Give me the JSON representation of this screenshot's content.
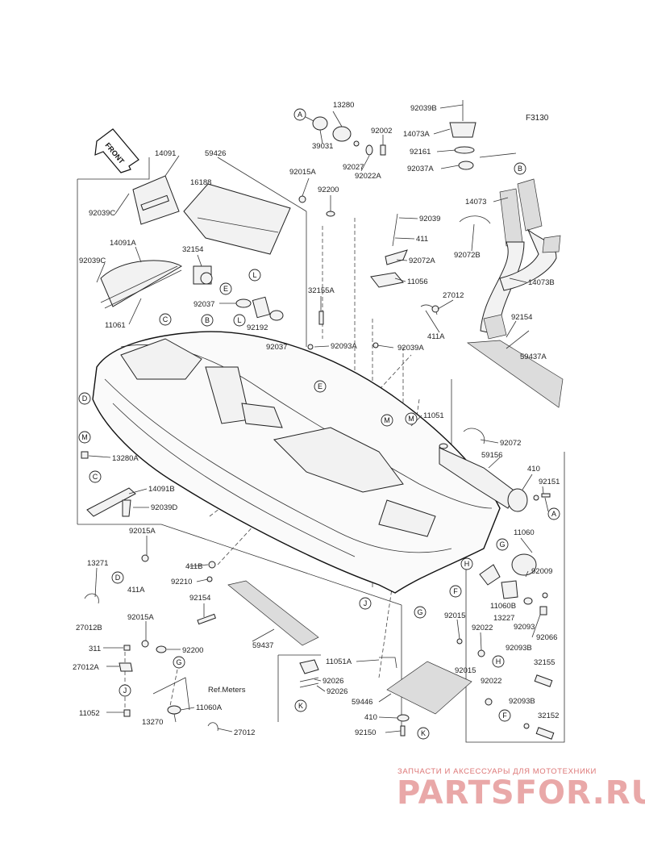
{
  "figure_code": "F3130",
  "front_label": "FRONT",
  "parts": [
    {
      "id": "p14091",
      "text": "14091"
    },
    {
      "id": "p59426",
      "text": "59426"
    },
    {
      "id": "p16188",
      "text": "16188"
    },
    {
      "id": "p92039C_a",
      "text": "92039C"
    },
    {
      "id": "p14091A",
      "text": "14091A"
    },
    {
      "id": "p92039C_b",
      "text": "92039C"
    },
    {
      "id": "p11061",
      "text": "11061"
    },
    {
      "id": "p32154",
      "text": "32154"
    },
    {
      "id": "p92037_a",
      "text": "92037"
    },
    {
      "id": "p92192",
      "text": "92192"
    },
    {
      "id": "p92037_b",
      "text": "92037"
    },
    {
      "id": "p13280",
      "text": "13280"
    },
    {
      "id": "p39031",
      "text": "39031"
    },
    {
      "id": "p92027",
      "text": "92027"
    },
    {
      "id": "p92022A",
      "text": "92022A"
    },
    {
      "id": "p92002",
      "text": "92002"
    },
    {
      "id": "p92015A_a",
      "text": "92015A"
    },
    {
      "id": "p92200_a",
      "text": "92200"
    },
    {
      "id": "p32155A",
      "text": "32155A"
    },
    {
      "id": "p92093A",
      "text": "92093A"
    },
    {
      "id": "p92039B",
      "text": "92039B"
    },
    {
      "id": "p14073A",
      "text": "14073A"
    },
    {
      "id": "p92161",
      "text": "92161"
    },
    {
      "id": "p92037A",
      "text": "92037A"
    },
    {
      "id": "p14073",
      "text": "14073"
    },
    {
      "id": "p92072B",
      "text": "92072B"
    },
    {
      "id": "p14073B",
      "text": "14073B"
    },
    {
      "id": "p92039",
      "text": "92039"
    },
    {
      "id": "p411",
      "text": "411"
    },
    {
      "id": "p92072A",
      "text": "92072A"
    },
    {
      "id": "p11056",
      "text": "11056"
    },
    {
      "id": "p27012_a",
      "text": "27012"
    },
    {
      "id": "p411A_a",
      "text": "411A"
    },
    {
      "id": "p92154_a",
      "text": "92154"
    },
    {
      "id": "p59437A",
      "text": "59437A"
    },
    {
      "id": "p92039A",
      "text": "92039A"
    },
    {
      "id": "p11051",
      "text": "11051"
    },
    {
      "id": "p92072",
      "text": "92072"
    },
    {
      "id": "p59156",
      "text": "59156"
    },
    {
      "id": "p410_a",
      "text": "410"
    },
    {
      "id": "p92151",
      "text": "92151"
    },
    {
      "id": "p11060",
      "text": "11060"
    },
    {
      "id": "p13280A",
      "text": "13280A"
    },
    {
      "id": "p14091B",
      "text": "14091B"
    },
    {
      "id": "p92039D",
      "text": "92039D"
    },
    {
      "id": "p92015A_b",
      "text": "92015A"
    },
    {
      "id": "p13271",
      "text": "13271"
    },
    {
      "id": "p411A_b",
      "text": "411A"
    },
    {
      "id": "p27012B",
      "text": "27012B"
    },
    {
      "id": "p411B",
      "text": "411B"
    },
    {
      "id": "p92210",
      "text": "92210"
    },
    {
      "id": "p92154_b",
      "text": "92154"
    },
    {
      "id": "p59437",
      "text": "59437"
    },
    {
      "id": "p92009",
      "text": "92009"
    },
    {
      "id": "p11060B",
      "text": "11060B"
    },
    {
      "id": "p13227",
      "text": "13227"
    },
    {
      "id": "p92093",
      "text": "92093"
    },
    {
      "id": "p92066",
      "text": "92066"
    },
    {
      "id": "p92015_a",
      "text": "92015"
    },
    {
      "id": "p92022_a",
      "text": "92022"
    },
    {
      "id": "p92093B_a",
      "text": "92093B"
    },
    {
      "id": "p32155",
      "text": "32155"
    },
    {
      "id": "p92015_b",
      "text": "92015"
    },
    {
      "id": "p92022_b",
      "text": "92022"
    },
    {
      "id": "p92093B_b",
      "text": "92093B"
    },
    {
      "id": "p32152",
      "text": "32152"
    },
    {
      "id": "p92015A_c",
      "text": "92015A"
    },
    {
      "id": "p92200_b",
      "text": "92200"
    },
    {
      "id": "p311",
      "text": "311"
    },
    {
      "id": "p27012A",
      "text": "27012A"
    },
    {
      "id": "p11052",
      "text": "11052"
    },
    {
      "id": "p13270",
      "text": "13270"
    },
    {
      "id": "p11060A",
      "text": "11060A"
    },
    {
      "id": "p27012_b",
      "text": "27012"
    },
    {
      "id": "p11051A",
      "text": "11051A"
    },
    {
      "id": "p92026_a",
      "text": "92026"
    },
    {
      "id": "p92026_b",
      "text": "92026"
    },
    {
      "id": "pRefMeters",
      "text": "Ref.Meters"
    },
    {
      "id": "p59446",
      "text": "59446"
    },
    {
      "id": "p410_b",
      "text": "410"
    },
    {
      "id": "p92150",
      "text": "92150"
    }
  ],
  "callouts": [
    {
      "id": "cA1",
      "letter": "A"
    },
    {
      "id": "cB1",
      "letter": "B"
    },
    {
      "id": "cE1",
      "letter": "E"
    },
    {
      "id": "cL1",
      "letter": "L"
    },
    {
      "id": "cC1",
      "letter": "C"
    },
    {
      "id": "cB2",
      "letter": "B"
    },
    {
      "id": "cL2",
      "letter": "L"
    },
    {
      "id": "cD1",
      "letter": "D"
    },
    {
      "id": "cE2",
      "letter": "E"
    },
    {
      "id": "cM1",
      "letter": "M"
    },
    {
      "id": "cM2",
      "letter": "M"
    },
    {
      "id": "cM3",
      "letter": "M"
    },
    {
      "id": "cC2",
      "letter": "C"
    },
    {
      "id": "cD2",
      "letter": "D"
    },
    {
      "id": "cA2",
      "letter": "A"
    },
    {
      "id": "cG1",
      "letter": "G"
    },
    {
      "id": "cH1",
      "letter": "H"
    },
    {
      "id": "cF1",
      "letter": "F"
    },
    {
      "id": "cJ1",
      "letter": "J"
    },
    {
      "id": "cG2",
      "letter": "G"
    },
    {
      "id": "cG3",
      "letter": "G"
    },
    {
      "id": "cJ2",
      "letter": "J"
    },
    {
      "id": "cK1",
      "letter": "K"
    },
    {
      "id": "cK2",
      "letter": "K"
    },
    {
      "id": "cH2",
      "letter": "H"
    },
    {
      "id": "cF2",
      "letter": "F"
    }
  ],
  "watermark": {
    "tagline": "ЗАПЧАСТИ И АКСЕССУАРЫ ДЛЯ МОТОТЕХНИКИ",
    "brand": "PARTSFOR.RU"
  }
}
